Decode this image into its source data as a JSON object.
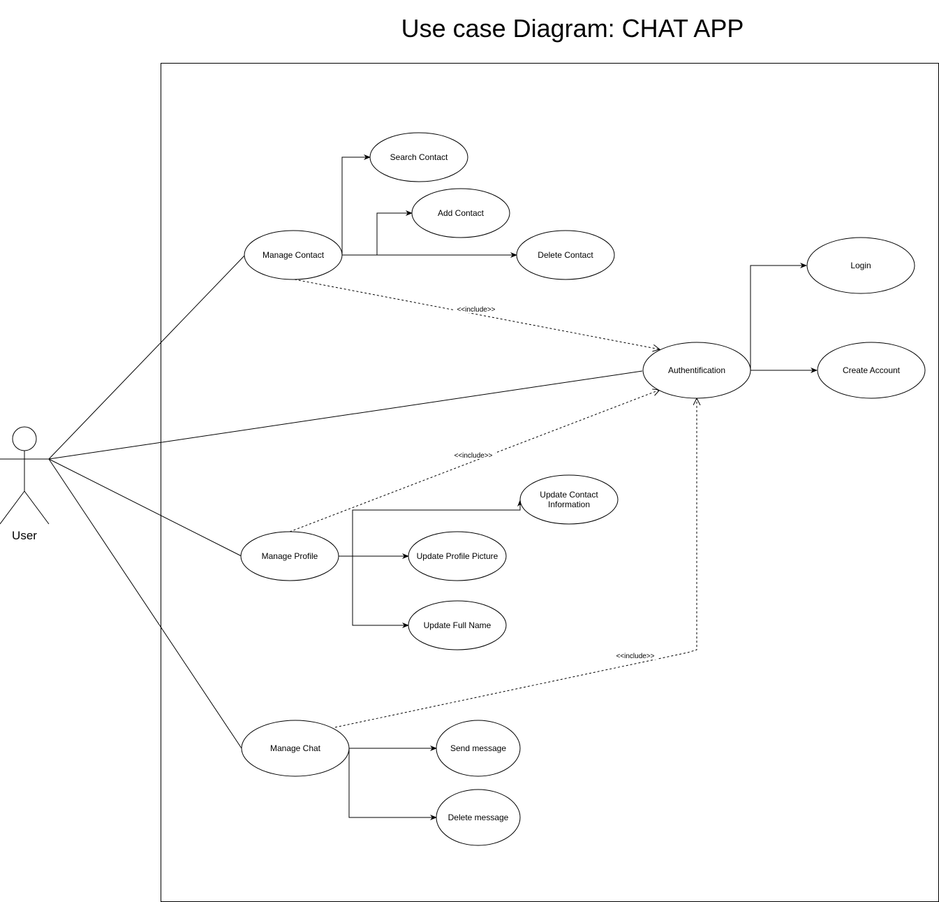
{
  "title": "Use case Diagram: CHAT APP",
  "actor": {
    "label": "User"
  },
  "include_label": "<<include>>",
  "usecases": {
    "search_contact": "Search Contact",
    "add_contact": "Add Contact",
    "delete_contact": "Delete Contact",
    "manage_contact": "Manage Contact",
    "login": "Login",
    "authentification": "Authentification",
    "create_account": "Create Account",
    "update_contact_info_line1": "Update Contact",
    "update_contact_info_line2": "Information",
    "manage_profile": "Manage Profile",
    "update_profile_picture": "Update Profile Picture",
    "update_full_name": "Update Full Name",
    "manage_chat": "Manage Chat",
    "send_message": "Send message",
    "delete_message": "Delete message"
  },
  "relations": [
    {
      "from": "User",
      "to": "Manage Contact",
      "type": "association"
    },
    {
      "from": "User",
      "to": "Authentification",
      "type": "association"
    },
    {
      "from": "User",
      "to": "Manage Profile",
      "type": "association"
    },
    {
      "from": "User",
      "to": "Manage Chat",
      "type": "association"
    },
    {
      "from": "Manage Contact",
      "to": "Search Contact",
      "type": "directed"
    },
    {
      "from": "Manage Contact",
      "to": "Add Contact",
      "type": "directed"
    },
    {
      "from": "Manage Contact",
      "to": "Delete Contact",
      "type": "directed"
    },
    {
      "from": "Authentification",
      "to": "Login",
      "type": "directed"
    },
    {
      "from": "Authentification",
      "to": "Create Account",
      "type": "directed"
    },
    {
      "from": "Manage Profile",
      "to": "Update Contact Information",
      "type": "directed"
    },
    {
      "from": "Manage Profile",
      "to": "Update Profile Picture",
      "type": "directed"
    },
    {
      "from": "Manage Profile",
      "to": "Update Full Name",
      "type": "directed"
    },
    {
      "from": "Manage Chat",
      "to": "Send message",
      "type": "directed"
    },
    {
      "from": "Manage Chat",
      "to": "Delete message",
      "type": "directed"
    },
    {
      "from": "Manage Contact",
      "to": "Authentification",
      "type": "include"
    },
    {
      "from": "Manage Profile",
      "to": "Authentification",
      "type": "include"
    },
    {
      "from": "Manage Chat",
      "to": "Authentification",
      "type": "include"
    }
  ]
}
